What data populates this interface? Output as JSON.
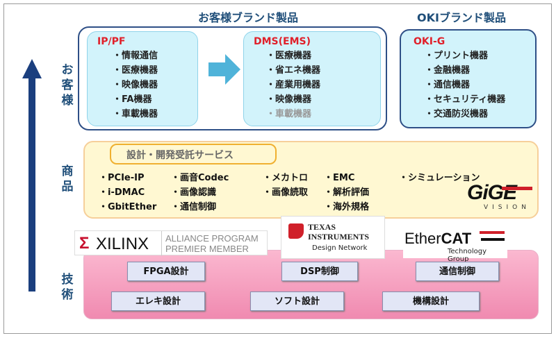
{
  "headers": {
    "customer_brand": "お客様ブランド製品",
    "oki_brand": "OKIブランド製品"
  },
  "side_labels": {
    "customer": "お客様",
    "product": "商品",
    "tech": "技術"
  },
  "boxes": [
    {
      "title": "IP/PF",
      "items": [
        "情報通信",
        "医療機器",
        "映像機器",
        "FA機器",
        "車載機器"
      ]
    },
    {
      "title": "DMS(EMS)",
      "items": [
        "医療機器",
        "省エネ機器",
        "産業用機器",
        "映像機器",
        "車載機器"
      ]
    },
    {
      "title": "OKI-G",
      "items": [
        "プリント機器",
        "金融機器",
        "通信機器",
        "セキュリティ機器",
        "交通防災機器"
      ]
    }
  ],
  "service": {
    "title": "設計・開発受託サービス",
    "columns": [
      [
        "PCIe-IP",
        "i-DMAC",
        "GbitEther"
      ],
      [
        "画音Codec",
        "画像認識",
        "通信制御"
      ],
      [
        "メカトロ",
        "画像読取"
      ],
      [
        "EMC",
        "解析評価",
        "海外規格"
      ],
      [
        "シミュレーション"
      ]
    ]
  },
  "logos": {
    "gige": "GiGE",
    "gige_sub": "VISION",
    "xilinx": "XILINX",
    "xilinx_sub1": "ALLIANCE PROGRAM",
    "xilinx_sub2": "PREMIER MEMBER",
    "ti1": "TEXAS",
    "ti2": "INSTRUMENTS",
    "ti3": "Design Network",
    "ethercat1": "Ether",
    "ethercat2": "CAT",
    "ethercat3": "Technology Group"
  },
  "tech": {
    "row1": [
      "FPGA設計",
      "DSP制御",
      "通信制御"
    ],
    "row2": [
      "エレキ設計",
      "ソフト設計",
      "機構設計"
    ]
  }
}
